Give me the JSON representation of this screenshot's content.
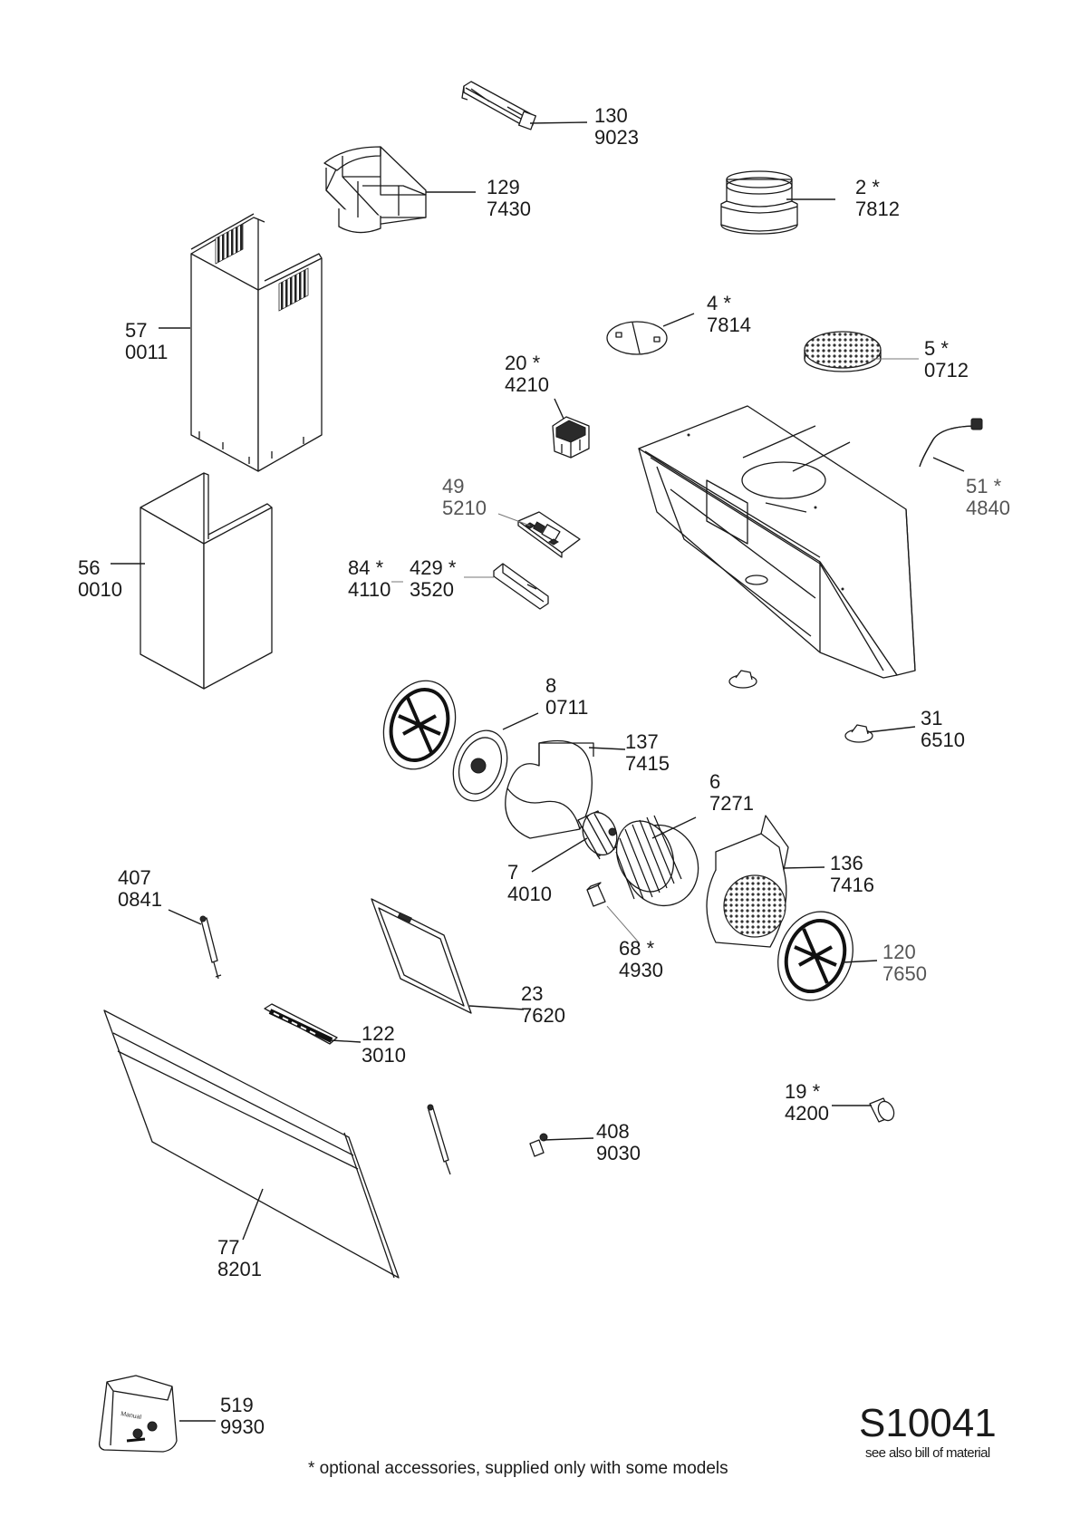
{
  "drawing": {
    "code": "S10041",
    "subtitle": "see also bill of material",
    "footnote": "* optional accessories, supplied only with some models",
    "bag_label": "Manual"
  },
  "parts": [
    {
      "id": "130",
      "code": "9023"
    },
    {
      "id": "129",
      "code": "7430"
    },
    {
      "id": "2 *",
      "code": "7812"
    },
    {
      "id": "57",
      "code": "0011"
    },
    {
      "id": "4 *",
      "code": "7814"
    },
    {
      "id": "5 *",
      "code": "0712"
    },
    {
      "id": "20 *",
      "code": "4210"
    },
    {
      "id": "49",
      "code": "5210"
    },
    {
      "id": "51 *",
      "code": "4840"
    },
    {
      "id": "56",
      "code": "0010"
    },
    {
      "id": "84 *",
      "code": "4110"
    },
    {
      "id": "429 *",
      "code": "3520"
    },
    {
      "id": "8",
      "code": "0711"
    },
    {
      "id": "31",
      "code": "6510"
    },
    {
      "id": "137",
      "code": "7415"
    },
    {
      "id": "6",
      "code": "7271"
    },
    {
      "id": "136",
      "code": "7416"
    },
    {
      "id": "407",
      "code": "0841"
    },
    {
      "id": "7",
      "code": "4010"
    },
    {
      "id": "68 *",
      "code": "4930"
    },
    {
      "id": "120",
      "code": "7650"
    },
    {
      "id": "23",
      "code": "7620"
    },
    {
      "id": "122",
      "code": "3010"
    },
    {
      "id": "19 *",
      "code": "4200"
    },
    {
      "id": "408",
      "code": "9030"
    },
    {
      "id": "77",
      "code": "8201"
    },
    {
      "id": "519",
      "code": "9930"
    }
  ]
}
